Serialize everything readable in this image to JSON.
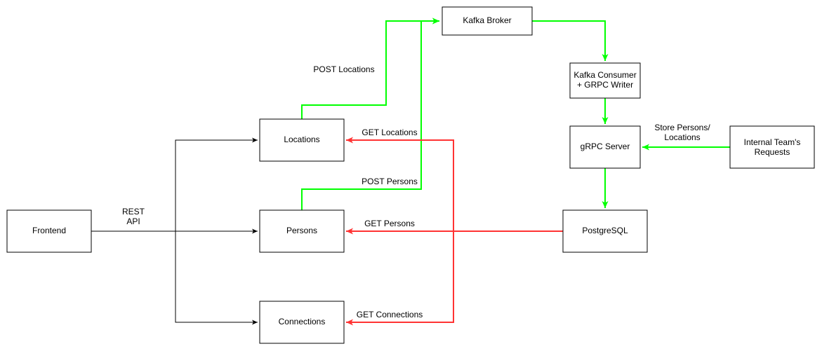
{
  "colors": {
    "write_flow": "#00ff00",
    "read_flow": "#ff3333",
    "rest_flow": "#000000"
  },
  "nodes": {
    "frontend": {
      "label": "Frontend"
    },
    "locations": {
      "label": "Locations"
    },
    "persons": {
      "label": "Persons"
    },
    "connections": {
      "label": "Connections"
    },
    "kafka_broker": {
      "label": "Kafka Broker"
    },
    "kafka_consumer": {
      "line1": "Kafka Consumer",
      "line2": "+ GRPC Writer"
    },
    "grpc_server": {
      "label": "gRPC Server"
    },
    "postgresql": {
      "label": "PostgreSQL"
    },
    "internal_requests": {
      "line1": "Internal Team's",
      "line2": "Requests"
    }
  },
  "edges": {
    "rest_api": {
      "line1": "REST",
      "line2": "API"
    },
    "post_locations": "POST Locations",
    "post_persons": "POST Persons",
    "get_locations": "GET Locations",
    "get_persons": "GET Persons",
    "get_connections": "GET Connections",
    "store": {
      "line1": "Store Persons/",
      "line2": "Locations"
    }
  }
}
